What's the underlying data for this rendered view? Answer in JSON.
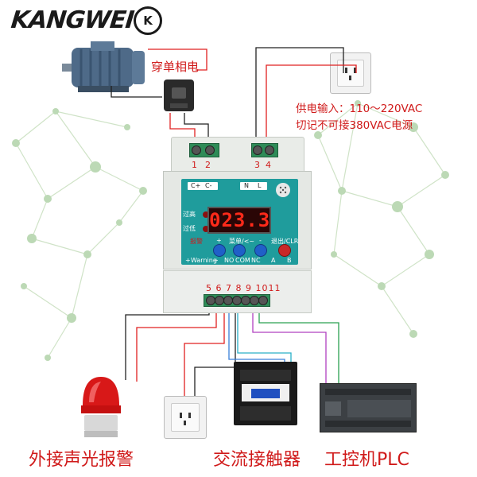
{
  "logo": {
    "text": "KANGWEI",
    "badge": "K"
  },
  "labels": {
    "phase_wire": "穿单相电",
    "power_input": "供电输入：110～220VAC",
    "power_warning": "切记不可接380VAC电源",
    "alarm_light": "外接声光报警",
    "contactor": "交流接触器",
    "plc": "工控机PLC"
  },
  "device": {
    "display": "023.3",
    "input_terminals": {
      "ct_plus": "C+",
      "ct_minus": "C-",
      "n": "N",
      "l": "L"
    },
    "indicators": {
      "over_high": "过高",
      "over_low": "过低"
    },
    "buttons": {
      "alarm": "报警",
      "plus": "+",
      "menu": "菜单/<~",
      "minus": "-",
      "exit": "退出/CLR"
    },
    "output_terminals": {
      "warning_plus": "+",
      "warning": "Warning",
      "warning_minus": "−",
      "no": "NO",
      "com": "COM",
      "nc": "NC",
      "a": "A",
      "b": "B"
    },
    "top_numbers": [
      "1",
      "2",
      "3",
      "4"
    ],
    "bottom_numbers": "5 6 7 8 9 1011"
  },
  "colors": {
    "label_red": "#d01a1a",
    "panel_teal": "#1f9c9c",
    "wire_red": "#e02020",
    "wire_black": "#222222",
    "wire_blue": "#3a7fd9",
    "wire_cyan": "#2ab0c8",
    "wire_purple": "#b040c0",
    "wire_green": "#2aa050",
    "network_green": "#9cc79a"
  }
}
